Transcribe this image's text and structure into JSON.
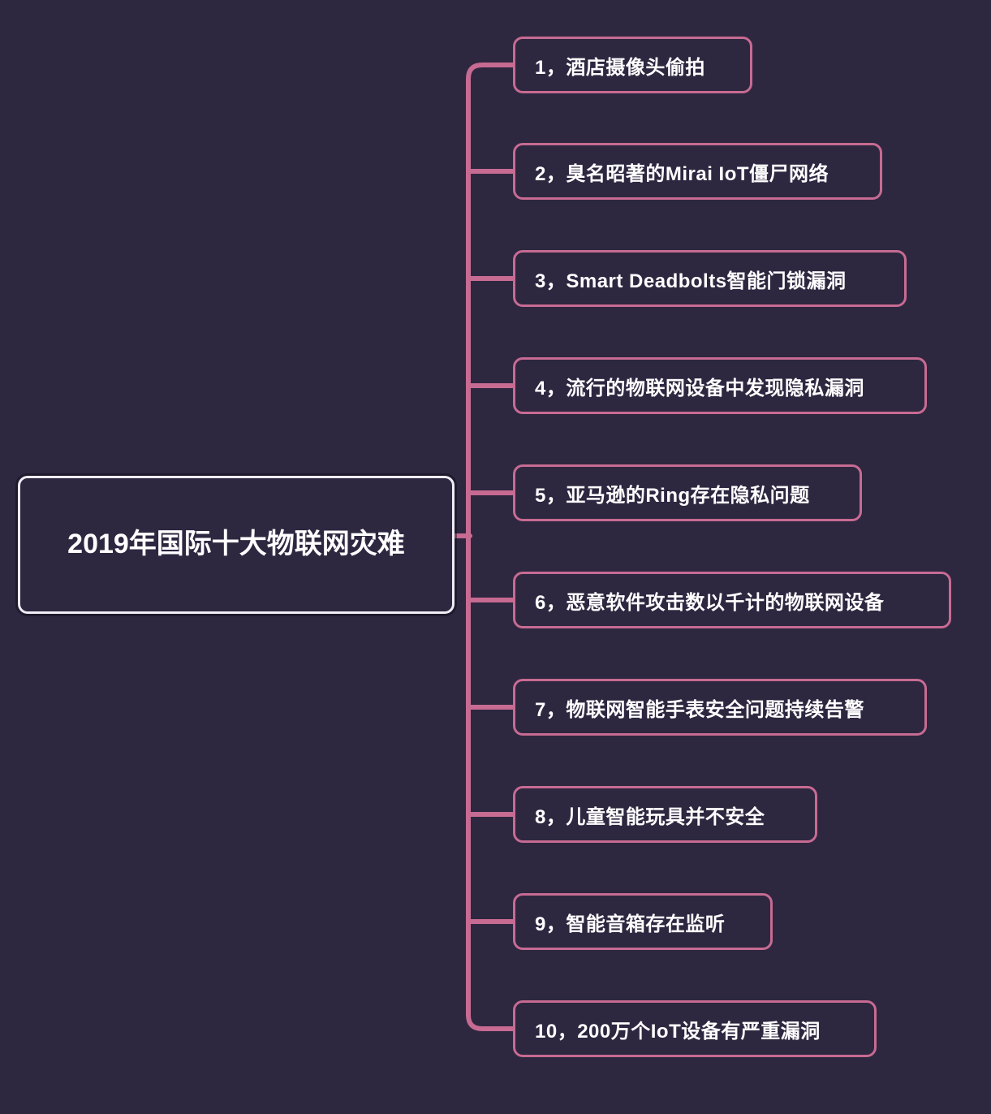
{
  "diagram": {
    "type": "mindmap",
    "root": {
      "label": "2019年国际十大物联网灾难"
    },
    "branches": [
      {
        "label": "1，酒店摄像头偷拍"
      },
      {
        "label": "2，臭名昭著的Mirai IoT僵尸网络"
      },
      {
        "label": "3，Smart Deadbolts智能门锁漏洞"
      },
      {
        "label": "4，流行的物联网设备中发现隐私漏洞"
      },
      {
        "label": "5，亚马逊的Ring存在隐私问题"
      },
      {
        "label": "6，恶意软件攻击数以千计的物联网设备"
      },
      {
        "label": "7，物联网智能手表安全问题持续告警"
      },
      {
        "label": "8，儿童智能玩具并不安全"
      },
      {
        "label": "9，智能音箱存在监听"
      },
      {
        "label": "10，200万个IoT设备有严重漏洞"
      }
    ],
    "colors": {
      "background": "#2e2740",
      "branch_accent": "#c76b92",
      "root_border": "#eeecf5",
      "text": "#ffffff"
    }
  }
}
